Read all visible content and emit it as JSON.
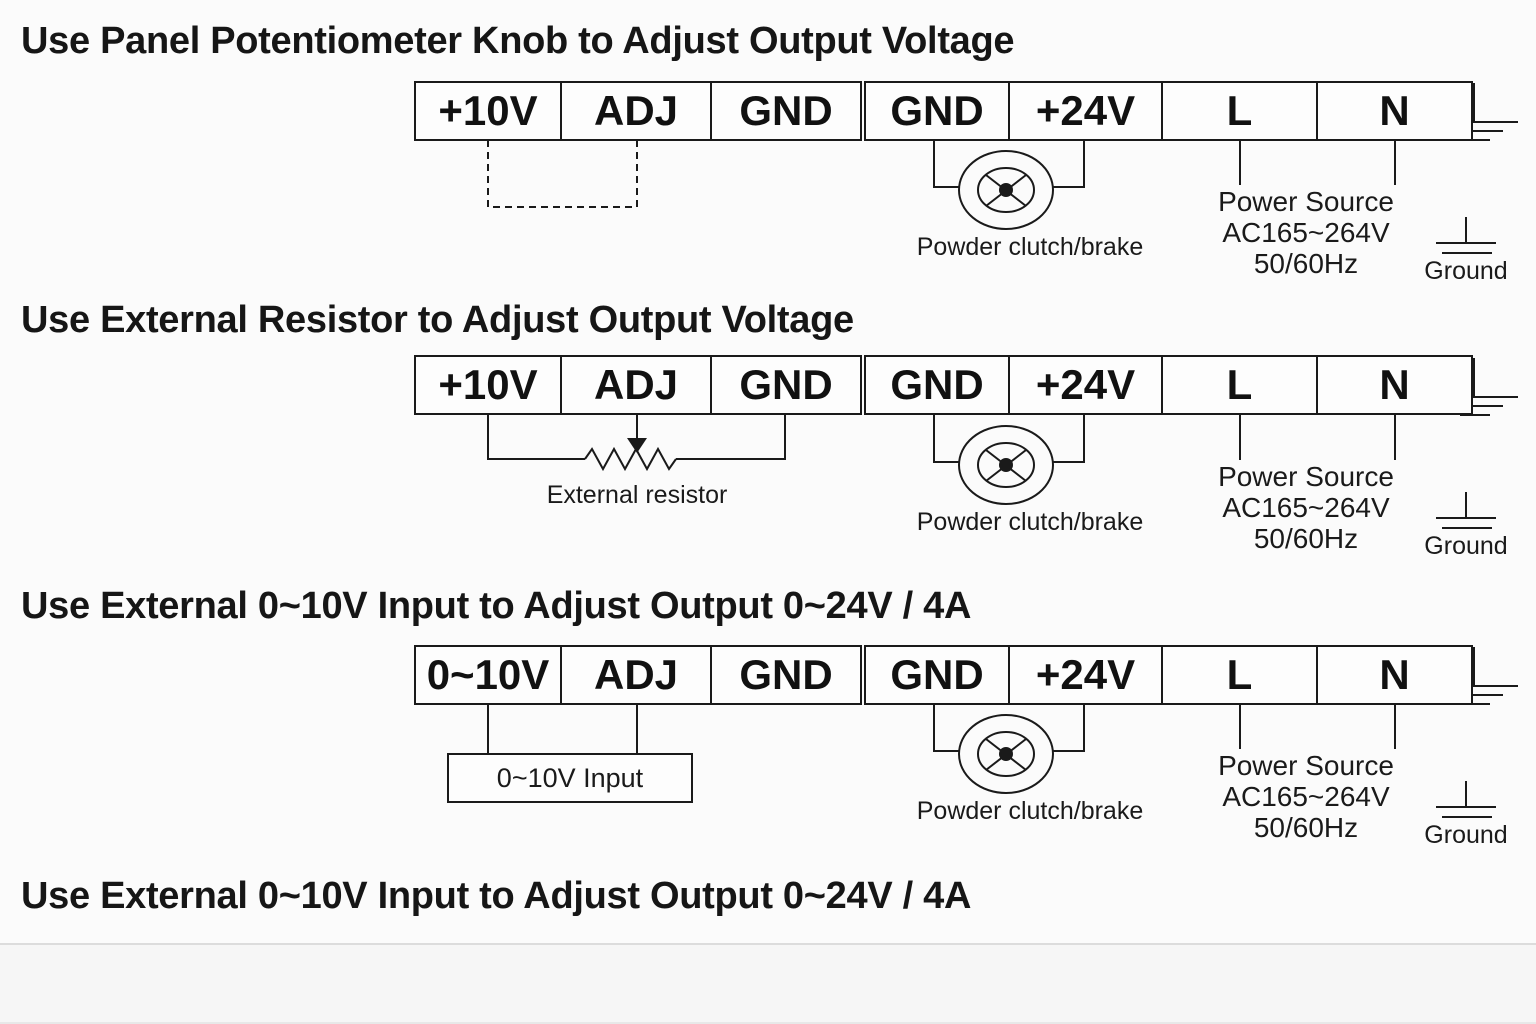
{
  "colors": {
    "background": "#fbfbfb",
    "ink": "#1a1a1a",
    "divider": "#dcdcdc",
    "footer_background": "#f6f6f6"
  },
  "sections": [
    {
      "title": "Use Panel Potentiometer Knob to Adjust Output Voltage",
      "terminals": [
        "+10V",
        "ADJ",
        "GND",
        "GND",
        "+24V",
        "L",
        "N"
      ],
      "annotations": {
        "clutch_label": "Powder clutch/brake",
        "power_source_lines": [
          "Power Source",
          "AC165~264V",
          "50/60Hz"
        ],
        "ground_label": "Ground"
      }
    },
    {
      "title": "Use External Resistor to Adjust Output Voltage",
      "terminals": [
        "+10V",
        "ADJ",
        "GND",
        "GND",
        "+24V",
        "L",
        "N"
      ],
      "annotations": {
        "resistor_label": "External resistor",
        "clutch_label": "Powder clutch/brake",
        "power_source_lines": [
          "Power Source",
          "AC165~264V",
          "50/60Hz"
        ],
        "ground_label": "Ground"
      }
    },
    {
      "title": "Use External 0~10V Input to Adjust Output 0~24V / 4A",
      "terminals": [
        "0~10V",
        "ADJ",
        "GND",
        "GND",
        "+24V",
        "L",
        "N"
      ],
      "annotations": {
        "input_box_label": "0~10V Input",
        "clutch_label": "Powder clutch/brake",
        "power_source_lines": [
          "Power Source",
          "AC165~264V",
          "50/60Hz"
        ],
        "ground_label": "Ground"
      }
    },
    {
      "title": "Use External 0~10V Input to Adjust Output 0~24V / 4A"
    }
  ]
}
